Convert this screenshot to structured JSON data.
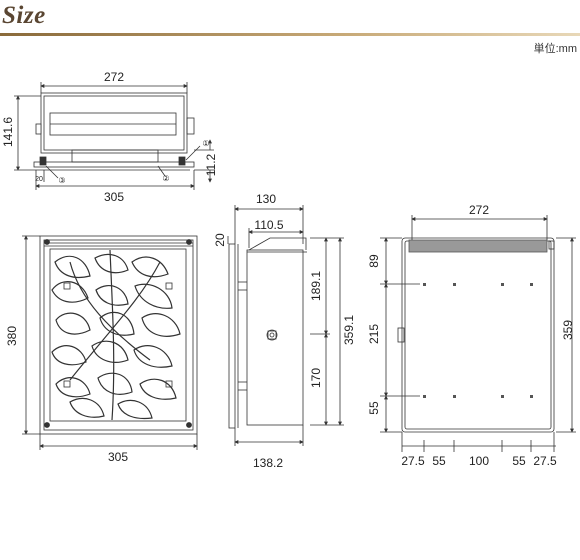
{
  "header": {
    "title": "Size",
    "unit": "単位:mm"
  },
  "top_view": {
    "width_top": "272",
    "height_left": "141.6",
    "base_right": "11.2",
    "width_bottom": "305",
    "base_left": "20",
    "callouts": [
      "①",
      "②",
      "③"
    ]
  },
  "front_view": {
    "height": "380",
    "width": "305"
  },
  "side_view": {
    "depth_top": "130",
    "depth_inner": "110.5",
    "lid": "20",
    "upper": "189.1",
    "lower": "170",
    "total": "359.1",
    "bottom": "138.2"
  },
  "back_view": {
    "width_top": "272",
    "row_top": "89",
    "row_mid": "215",
    "row_bottom": "55",
    "total": "359",
    "spacing": [
      "27.5",
      "55",
      "100",
      "55",
      "27.5"
    ]
  }
}
